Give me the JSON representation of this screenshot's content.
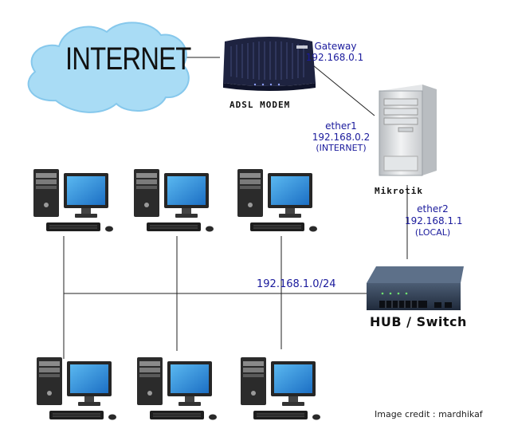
{
  "cloud": {
    "label": "INTERNET"
  },
  "modem": {
    "label": "ADSL MODEM",
    "gateway_title": "Gateway",
    "gateway_ip": "192.168.0.1"
  },
  "router": {
    "label": "Mikrotik",
    "ether1": {
      "name": "ether1",
      "ip": "192.168.0.2",
      "role": "(INTERNET)"
    },
    "ether2": {
      "name": "ether2",
      "ip": "192.168.1.1",
      "role": "(LOCAL)"
    }
  },
  "lan": {
    "subnet": "192.168.1.0/24"
  },
  "switch": {
    "label": "HUB / Switch"
  },
  "credit": "Image credit : mardhikaf",
  "colors": {
    "cloud": "#a9dcf5",
    "label_blue": "#1a1a9c",
    "monitor_screen": "#2f8fd8",
    "device_dark": "#1e2340"
  }
}
